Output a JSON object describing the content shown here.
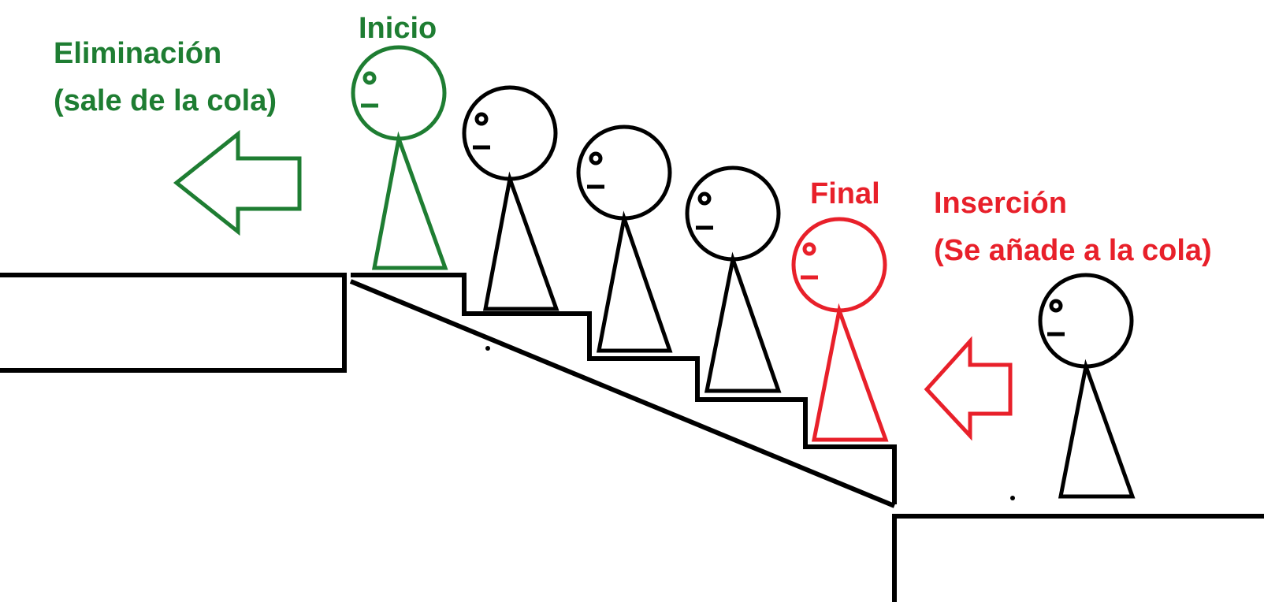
{
  "labels": {
    "elimination_title": "Eliminación",
    "elimination_note": "(sale de la cola)",
    "start": "Inicio",
    "end": "Final",
    "insertion_title": "Inserción",
    "insertion_note": "(Se añade a la cola)"
  },
  "colors": {
    "front": "#1e7d32",
    "rear": "#e8202a",
    "ink": "#000000"
  },
  "queue": {
    "people_in_queue": 5,
    "people_waiting": 1
  }
}
